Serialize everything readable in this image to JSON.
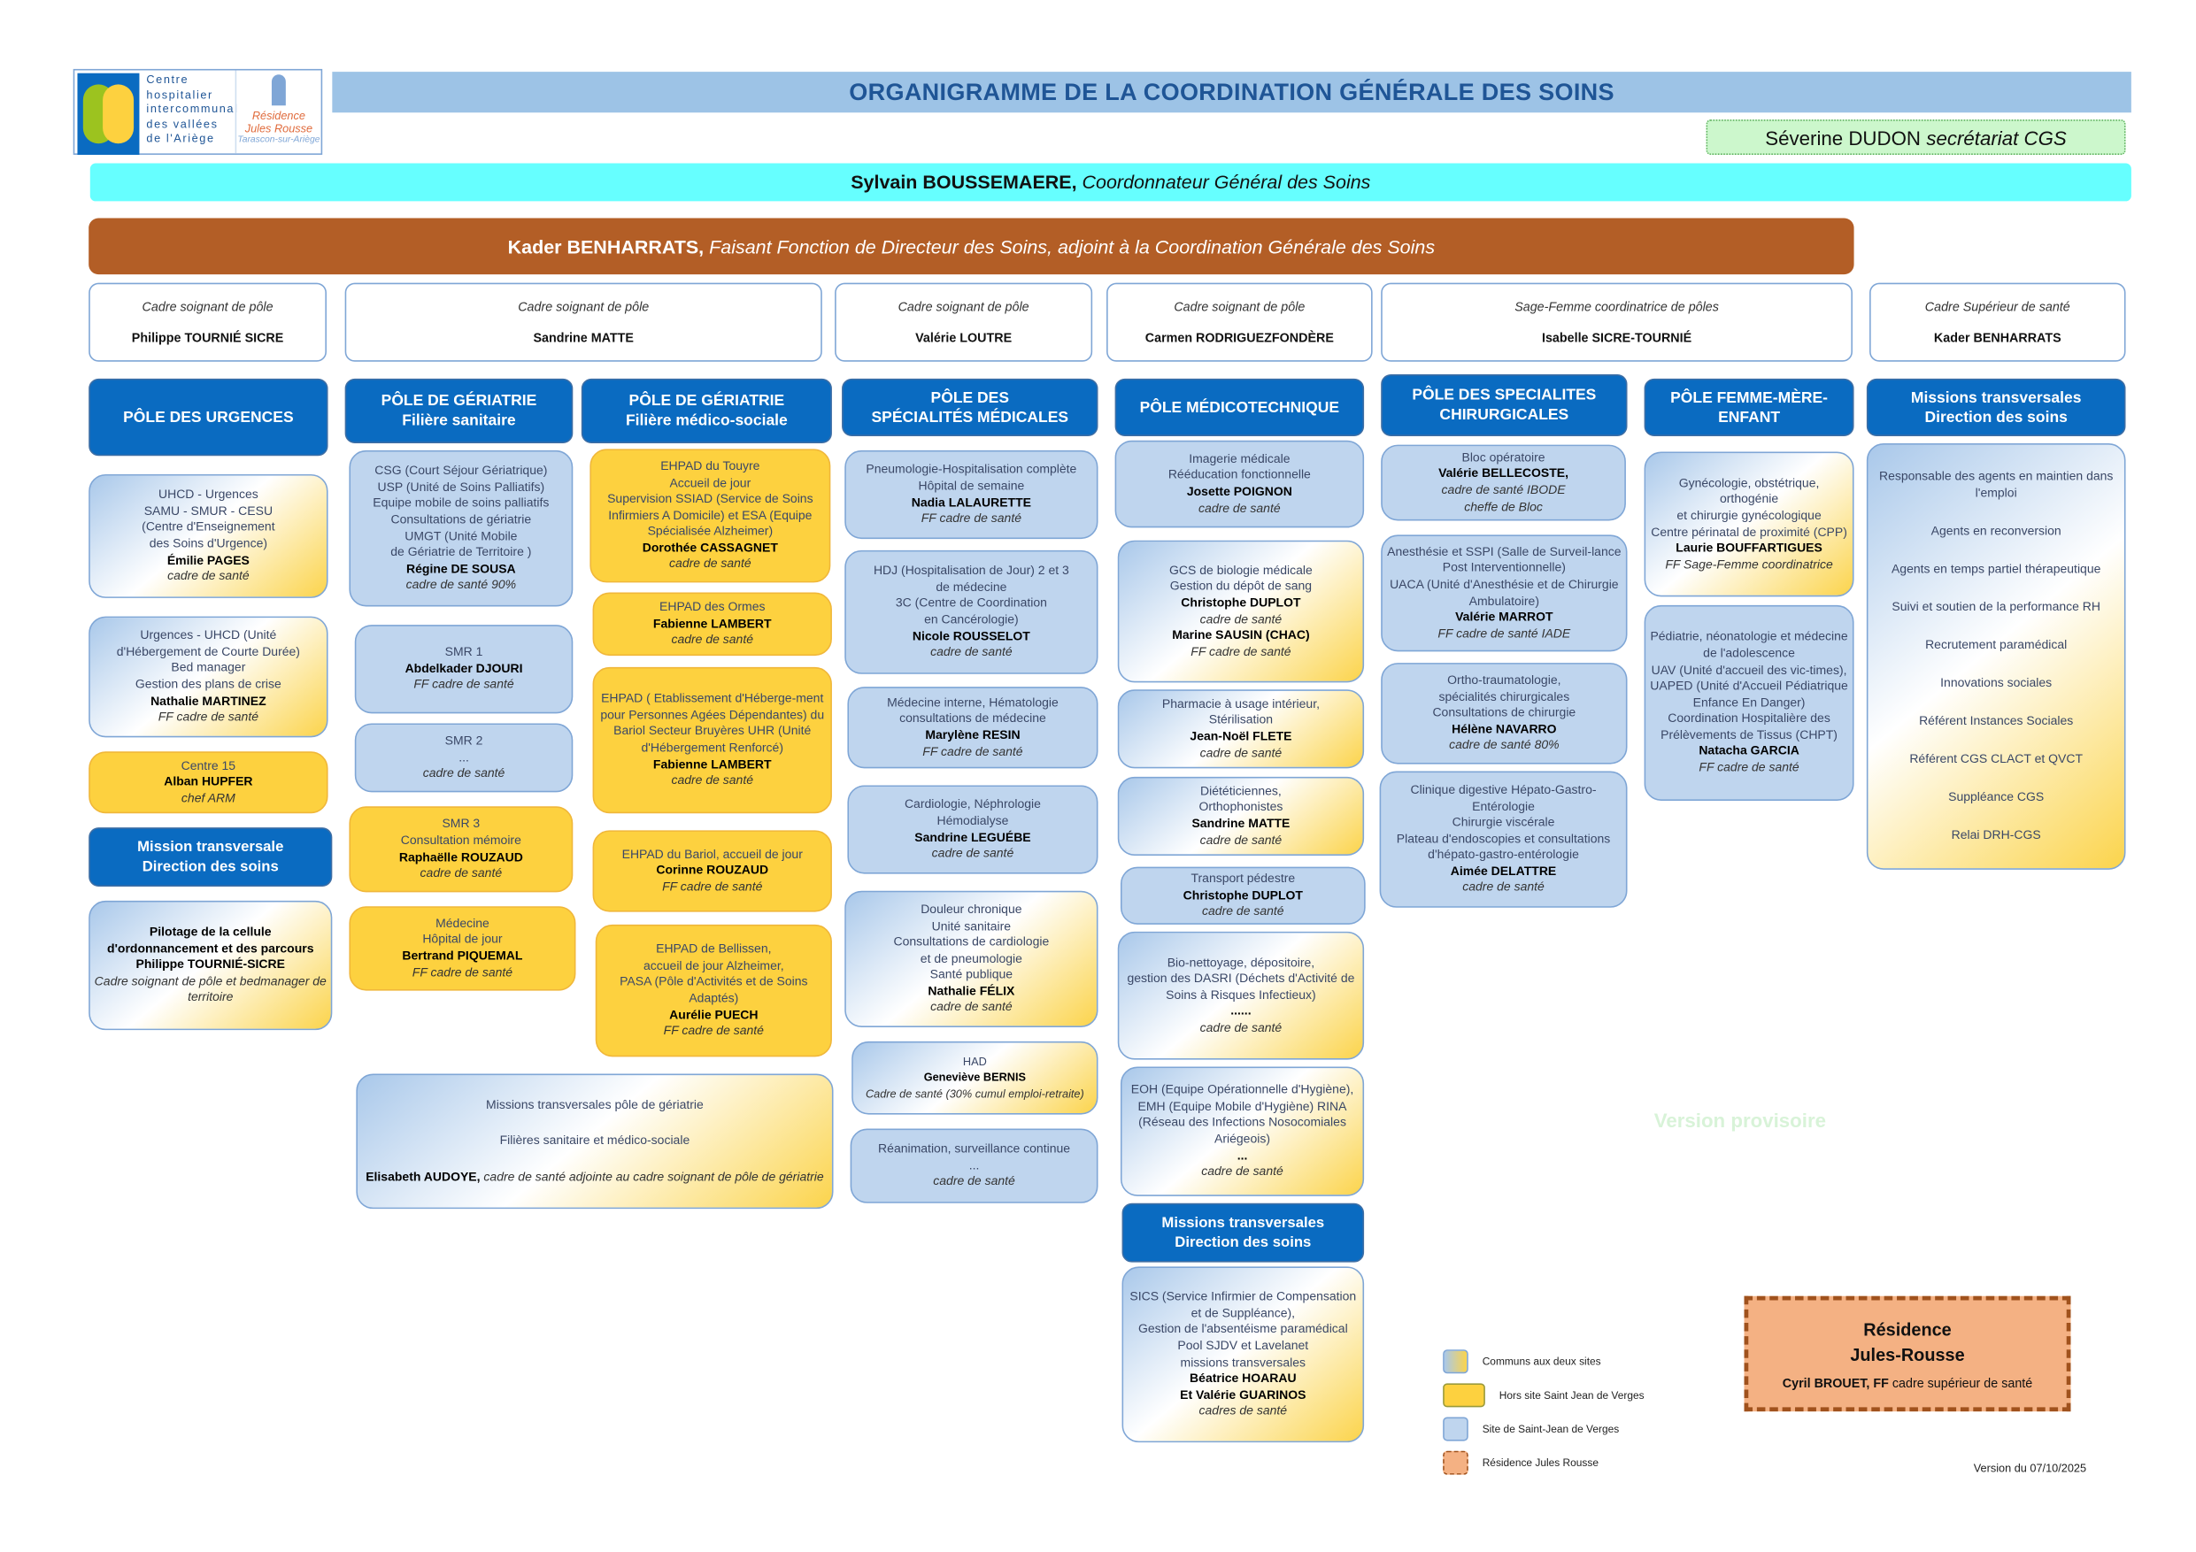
{
  "logo": {
    "hospital_lines": [
      "Centre",
      "hospitalier",
      "intercommunal",
      "des vallées",
      "de l'Ariège"
    ],
    "residence_lines": [
      "Résidence",
      "Jules Rousse",
      "Tarascon-sur-Ariège"
    ]
  },
  "title": "ORGANIGRAMME DE LA COORDINATION GÉNÉRALE DES SOINS",
  "secretariat": {
    "name": "Séverine DUDON",
    "role": "secrétariat CGS"
  },
  "coordinator": {
    "name": "Sylvain BOUSSEMAERE,",
    "role": "Coordonnateur Général des Soins"
  },
  "deputy": {
    "name": "Kader BENHARRATS,",
    "role": "Faisant Fonction de Directeur des Soins, adjoint à la Coordination Générale des Soins"
  },
  "cadres": [
    {
      "role": "Cadre soignant de pôle",
      "name": "Philippe TOURNIÉ SICRE"
    },
    {
      "role": "Cadre soignant de pôle",
      "name": "Sandrine MATTE"
    },
    {
      "role": "Cadre soignant de pôle",
      "name": "Valérie LOUTRE"
    },
    {
      "role": "Cadre soignant de pôle",
      "name": "Carmen RODRIGUEZFONDÈRE"
    },
    {
      "role": "Sage-Femme coordinatrice de pôles",
      "name": "Isabelle SICRE-TOURNIÉ"
    },
    {
      "role": "Cadre Supérieur de santé",
      "name": "Kader BENHARRATS"
    }
  ],
  "poles": [
    {
      "lines": [
        "PÔLE DES URGENCES"
      ]
    },
    {
      "lines": [
        "PÔLE DE GÉRIATRIE",
        "Filière sanitaire"
      ]
    },
    {
      "lines": [
        "PÔLE DE GÉRIATRIE",
        "Filière médico-sociale"
      ]
    },
    {
      "lines": [
        "PÔLE DES",
        "SPÉCIALITÉS MÉDICALES"
      ]
    },
    {
      "lines": [
        "PÔLE MÉDICOTECHNIQUE"
      ]
    },
    {
      "lines": [
        "PÔLE  DES SPECIALITES",
        "CHIRURGICALES"
      ]
    },
    {
      "lines": [
        "PÔLE FEMME-MÈRE-ENFANT"
      ]
    },
    {
      "lines": [
        "Missions transversales",
        "Direction des soins"
      ]
    }
  ],
  "boxes": [
    {
      "id": "uhcd",
      "fill": "g",
      "lines": [
        [
          "n",
          "UHCD - Urgences"
        ],
        [
          "n",
          "SAMU - SMUR - CESU"
        ],
        [
          "n",
          "(Centre d'Enseignement"
        ],
        [
          "n",
          "des Soins d'Urgence)"
        ],
        [
          "b",
          "Émilie PAGES"
        ],
        [
          "i",
          "cadre de santé"
        ]
      ]
    },
    {
      "id": "urgences-uhcd",
      "fill": "g",
      "lines": [
        [
          "n",
          "Urgences - UHCD (Unité"
        ],
        [
          "n",
          "d'Hébergement de Courte Durée)"
        ],
        [
          "n",
          "Bed manager"
        ],
        [
          "n",
          "Gestion des plans de crise"
        ],
        [
          "b",
          "Nathalie MARTINEZ"
        ],
        [
          "i",
          "FF cadre de santé"
        ]
      ]
    },
    {
      "id": "centre-15",
      "fill": "y",
      "lines": [
        [
          "n",
          "Centre 15"
        ],
        [
          "b",
          "Alban HUPFER"
        ],
        [
          "i",
          "chef ARM"
        ]
      ]
    },
    {
      "id": "mission-transversale-header",
      "fill": "h",
      "lines": [
        [
          "n",
          "Mission transversale"
        ],
        [
          "n",
          "Direction des soins"
        ]
      ]
    },
    {
      "id": "pilotage",
      "fill": "g",
      "lines": [
        [
          "b",
          "Pilotage de la cellule"
        ],
        [
          "b",
          "d'ordonnancement et des parcours"
        ],
        [
          "b",
          "Philippe TOURNIÉ-SICRE"
        ],
        [
          "i",
          "Cadre soignant de pôle et bedmanager de territoire"
        ]
      ]
    },
    {
      "id": "csg",
      "fill": "b",
      "lines": [
        [
          "n",
          "CSG (Court Séjour Gériatrique)"
        ],
        [
          "n",
          "USP (Unité de Soins Palliatifs)"
        ],
        [
          "n",
          "Equipe mobile de soins palliatifs"
        ],
        [
          "n",
          "Consultations de gériatrie"
        ],
        [
          "n",
          "UMGT (Unité Mobile"
        ],
        [
          "n",
          "de Gériatrie de Territoire )"
        ],
        [
          "b",
          "Régine DE SOUSA"
        ],
        [
          "i",
          "cadre de santé 90%"
        ]
      ]
    },
    {
      "id": "smr-1",
      "fill": "b",
      "lines": [
        [
          "n",
          "SMR 1"
        ],
        [
          "b",
          "Abdelkader DJOURI"
        ],
        [
          "i",
          "FF cadre de santé"
        ]
      ]
    },
    {
      "id": "smr-2",
      "fill": "b",
      "lines": [
        [
          "n",
          "SMR 2"
        ],
        [
          "n",
          "..."
        ],
        [
          "i",
          "cadre de santé"
        ]
      ]
    },
    {
      "id": "smr-3",
      "fill": "y",
      "lines": [
        [
          "n",
          "SMR 3"
        ],
        [
          "n",
          "Consultation mémoire"
        ],
        [
          "b",
          "Raphaëlle ROUZAUD"
        ],
        [
          "i",
          "cadre de santé"
        ]
      ]
    },
    {
      "id": "medecine-hdj",
      "fill": "y",
      "lines": [
        [
          "n",
          "Médecine"
        ],
        [
          "n",
          "Hôpital de jour"
        ],
        [
          "b",
          "Bertrand PIQUEMAL"
        ],
        [
          "i",
          "FF cadre de santé"
        ]
      ]
    },
    {
      "id": "ehpad-touyre",
      "fill": "y",
      "lines": [
        [
          "n",
          "EHPAD du Touyre"
        ],
        [
          "n",
          "Accueil de jour"
        ],
        [
          "n",
          "Supervision SSIAD (Service de Soins Infirmiers A Domicile) et ESA (Equipe Spécialisée Alzheimer)"
        ],
        [
          "b",
          "Dorothée CASSAGNET"
        ],
        [
          "i",
          "cadre de santé"
        ]
      ]
    },
    {
      "id": "ehpad-ormes",
      "fill": "y",
      "lines": [
        [
          "n",
          "EHPAD des Ormes"
        ],
        [
          "b",
          "Fabienne LAMBERT"
        ],
        [
          "i",
          "cadre de santé"
        ]
      ]
    },
    {
      "id": "ehpad-bruyeres",
      "fill": "y",
      "lines": [
        [
          "n",
          "EHPAD ( Etablissement d'Héberge-ment pour Personnes Agées Dépendantes) du Bariol Secteur Bruyères  UHR (Unité d'Hébergement Renforcé)"
        ],
        [
          "b",
          "Fabienne LAMBERT"
        ],
        [
          "i",
          "cadre de santé"
        ]
      ]
    },
    {
      "id": "ehpad-bariol",
      "fill": "y",
      "lines": [
        [
          "n",
          "EHPAD du Bariol,  accueil de jour"
        ],
        [
          "b",
          "Corinne ROUZAUD"
        ],
        [
          "i",
          "FF cadre de santé"
        ]
      ]
    },
    {
      "id": "ehpad-bellissen",
      "fill": "y",
      "lines": [
        [
          "n",
          "EHPAD de Bellissen,"
        ],
        [
          "n",
          "accueil de jour Alzheimer,"
        ],
        [
          "n",
          "PASA (Pôle d'Activités et de Soins Adaptés)"
        ],
        [
          "b",
          "Aurélie PUECH"
        ],
        [
          "i",
          "FF cadre de santé"
        ]
      ]
    },
    {
      "id": "missions-geriatrie",
      "fill": "g",
      "spread": true,
      "lines": [
        [
          "n",
          "Missions transversales pôle de gériatrie"
        ],
        [
          "n",
          "Filières sanitaire et médico-sociale"
        ],
        [
          "b",
          "Elisabeth AUDOYE,"
        ],
        [
          "i",
          "cadre de santé adjointe au cadre soignant de pôle de gériatrie"
        ]
      ]
    },
    {
      "id": "pneumologie",
      "fill": "b",
      "lines": [
        [
          "n",
          "Pneumologie-Hospitalisation complète"
        ],
        [
          "n",
          "Hôpital de semaine"
        ],
        [
          "b",
          "Nadia LALAURETTE"
        ],
        [
          "i",
          "FF cadre de santé"
        ]
      ]
    },
    {
      "id": "hdj",
      "fill": "b",
      "lines": [
        [
          "n",
          "HDJ (Hospitalisation de Jour) 2 et 3"
        ],
        [
          "n",
          "de médecine"
        ],
        [
          "n",
          "3C (Centre de Coordination"
        ],
        [
          "n",
          "en Cancérologie)"
        ],
        [
          "b",
          "Nicole ROUSSELOT"
        ],
        [
          "i",
          "cadre de santé"
        ]
      ]
    },
    {
      "id": "medecine-interne",
      "fill": "b",
      "lines": [
        [
          "n",
          "Médecine interne, Hématologie"
        ],
        [
          "n",
          "consultations de médecine"
        ],
        [
          "b",
          "Marylène RESIN"
        ],
        [
          "i",
          "FF cadre de santé"
        ]
      ]
    },
    {
      "id": "cardiologie",
      "fill": "b",
      "lines": [
        [
          "n",
          "Cardiologie, Néphrologie"
        ],
        [
          "n",
          "Hémodialyse"
        ],
        [
          "b",
          "Sandrine LEGUÉBE"
        ],
        [
          "i",
          "cadre de santé"
        ]
      ]
    },
    {
      "id": "douleur",
      "fill": "g",
      "lines": [
        [
          "n",
          "Douleur chronique"
        ],
        [
          "n",
          "Unité sanitaire"
        ],
        [
          "n",
          "Consultations de cardiologie"
        ],
        [
          "n",
          "et de pneumologie"
        ],
        [
          "n",
          "Santé publique"
        ],
        [
          "b",
          "Nathalie FÉLIX"
        ],
        [
          "i",
          "cadre de santé"
        ]
      ]
    },
    {
      "id": "had",
      "fill": "g",
      "lines": [
        [
          "n",
          "HAD"
        ],
        [
          "b",
          "Geneviève BERNIS"
        ],
        [
          "i",
          "Cadre de santé (30% cumul emploi-retraite)"
        ]
      ]
    },
    {
      "id": "reanimation",
      "fill": "b",
      "lines": [
        [
          "n",
          "Réanimation, surveillance continue"
        ],
        [
          "n",
          "..."
        ],
        [
          "i",
          "cadre de santé"
        ]
      ]
    },
    {
      "id": "imagerie",
      "fill": "b",
      "lines": [
        [
          "n",
          "Imagerie médicale"
        ],
        [
          "n",
          "Rééducation fonctionnelle"
        ],
        [
          "b",
          "Josette POIGNON"
        ],
        [
          "i",
          "cadre de santé"
        ]
      ]
    },
    {
      "id": "gcs-biologie",
      "fill": "g",
      "lines": [
        [
          "n",
          "GCS de biologie médicale"
        ],
        [
          "n",
          "Gestion du dépôt de sang"
        ],
        [
          "b",
          "Christophe DUPLOT"
        ],
        [
          "i",
          "cadre de santé"
        ],
        [
          "b",
          "Marine SAUSIN (CHAC)"
        ],
        [
          "i",
          "FF cadre de santé"
        ]
      ]
    },
    {
      "id": "pharmacie",
      "fill": "g",
      "lines": [
        [
          "n",
          "Pharmacie à usage intérieur,"
        ],
        [
          "n",
          "Stérilisation"
        ],
        [
          "b",
          "Jean-Noël FLETE"
        ],
        [
          "i",
          "cadre de santé"
        ]
      ]
    },
    {
      "id": "dieteticiennes",
      "fill": "g",
      "lines": [
        [
          "n",
          "Diététiciennes,"
        ],
        [
          "n",
          "Orthophonistes"
        ],
        [
          "b",
          "Sandrine MATTE"
        ],
        [
          "i",
          "cadre de santé"
        ]
      ]
    },
    {
      "id": "transport",
      "fill": "b",
      "lines": [
        [
          "n",
          "Transport pédestre"
        ],
        [
          "b",
          "Christophe DUPLOT"
        ],
        [
          "i",
          "cadre de santé"
        ]
      ]
    },
    {
      "id": "bio-nettoyage",
      "fill": "g",
      "lines": [
        [
          "n",
          "Bio-nettoyage, dépositoire,"
        ],
        [
          "n",
          "gestion des DASRI (Déchets  d'Activité de Soins  à Risques Infectieux)"
        ],
        [
          "b",
          "......"
        ],
        [
          "i",
          "cadre de santé"
        ]
      ]
    },
    {
      "id": "eoh",
      "fill": "g",
      "lines": [
        [
          "n",
          "EOH (Equipe Opérationnelle d'Hygiène), EMH (Equipe Mobile d'Hygiène) RINA (Réseau des Infections Nosocomiales Ariégeois)"
        ],
        [
          "b",
          "..."
        ],
        [
          "i",
          "cadre de santé"
        ]
      ]
    },
    {
      "id": "missions-transversales-header",
      "fill": "h",
      "lines": [
        [
          "n",
          "Missions transversales"
        ],
        [
          "n",
          "Direction des soins"
        ]
      ]
    },
    {
      "id": "sics",
      "fill": "g",
      "lines": [
        [
          "n",
          "SICS (Service Infirmier de Compensation et de Suppléance),"
        ],
        [
          "n",
          "Gestion de l'absentéisme paramédical"
        ],
        [
          "n",
          "Pool SJDV et  Lavelanet"
        ],
        [
          "n",
          "missions transversales"
        ],
        [
          "b",
          "Béatrice HOARAU"
        ],
        [
          "b",
          "Et Valérie GUARINOS"
        ],
        [
          "i",
          "cadres de santé"
        ]
      ]
    },
    {
      "id": "bloc",
      "fill": "b",
      "lines": [
        [
          "n",
          "Bloc opératoire"
        ],
        [
          "b",
          "Valérie BELLECOSTE,"
        ],
        [
          "i",
          "cadre de santé IBODE"
        ],
        [
          "i",
          "cheffe de Bloc"
        ]
      ]
    },
    {
      "id": "anesthesie",
      "fill": "b",
      "lines": [
        [
          "n",
          "Anesthésie et SSPI  (Salle de Surveil-lance Post Interventionnelle)"
        ],
        [
          "n",
          "UACA (Unité d'Anesthésie et de Chirurgie Ambulatoire)"
        ],
        [
          "b",
          "Valérie MARROT"
        ],
        [
          "i",
          "FF cadre de santé IADE"
        ]
      ]
    },
    {
      "id": "ortho",
      "fill": "b",
      "lines": [
        [
          "n",
          "Ortho-traumatologie,"
        ],
        [
          "n",
          "spécialités chirurgicales"
        ],
        [
          "n",
          "Consultations de chirurgie"
        ],
        [
          "b",
          "Hélène NAVARRO"
        ],
        [
          "i",
          "cadre de santé  80%"
        ]
      ]
    },
    {
      "id": "clinique-digestive",
      "fill": "b",
      "lines": [
        [
          "n",
          "Clinique digestive Hépato-Gastro-Entérologie"
        ],
        [
          "n",
          "Chirurgie viscérale"
        ],
        [
          "n",
          "Plateau d'endoscopies  et consultations d'hépato-gastro-entérologie"
        ],
        [
          "b",
          "Aimée DELATTRE"
        ],
        [
          "i",
          "cadre de santé"
        ]
      ]
    },
    {
      "id": "gynecologie",
      "fill": "g",
      "lines": [
        [
          "n",
          "Gynécologie, obstétrique,"
        ],
        [
          "n",
          "orthogénie"
        ],
        [
          "n",
          "et chirurgie gynécologique"
        ],
        [
          "n",
          "Centre périnatal de proximité (CPP)"
        ],
        [
          "b",
          "Laurie BOUFFARTIGUES"
        ],
        [
          "i",
          "FF Sage-Femme coordinatrice"
        ]
      ]
    },
    {
      "id": "pediatrie",
      "fill": "b",
      "lines": [
        [
          "n",
          "Pédiatrie, néonatologie et médecine de l'adolescence"
        ],
        [
          "n",
          "UAV (Unité d'accueil des vic-times), UAPED (Unité d'Accueil Pédiatrique Enfance En Danger)"
        ],
        [
          "n",
          "Coordination Hospitalière des Prélèvements de Tissus (CHPT)"
        ],
        [
          "b",
          "Natacha GARCIA"
        ],
        [
          "i",
          "FF cadre de santé"
        ]
      ]
    },
    {
      "id": "missions-direction-soins",
      "fill": "g",
      "spread": true,
      "lines": [
        [
          "n",
          "Responsable des agents en maintien dans l'emploi"
        ],
        [
          "n",
          "Agents en reconversion"
        ],
        [
          "n",
          "Agents en temps partiel thérapeutique"
        ],
        [
          "n",
          "Suivi et soutien de la performance  RH"
        ],
        [
          "n",
          "Recrutement  paramédical"
        ],
        [
          "n",
          "Innovations sociales"
        ],
        [
          "n",
          "Référent Instances Sociales"
        ],
        [
          "n",
          "Référent  CGS CLACT et QVCT"
        ],
        [
          "n",
          "Suppléance CGS"
        ],
        [
          "n",
          "Relai DRH-CGS"
        ]
      ]
    }
  ],
  "legend": [
    {
      "label": "Communs aux deux sites",
      "color": "gradient"
    },
    {
      "label": "Hors site Saint Jean de Verges",
      "color": "#fdd13f"
    },
    {
      "label": "Site de Saint-Jean de Verges",
      "color": "#bfd5ee"
    },
    {
      "label": "Résidence Jules Rousse",
      "color": "#f4b183"
    }
  ],
  "residence": {
    "title_1": "Résidence",
    "title_2": "Jules-Rousse",
    "name": "Cyril BROUET, FF",
    "role": "cadre  supérieur de santé"
  },
  "watermark": "Version provisoire",
  "version": "Version  du 07/10/2025"
}
